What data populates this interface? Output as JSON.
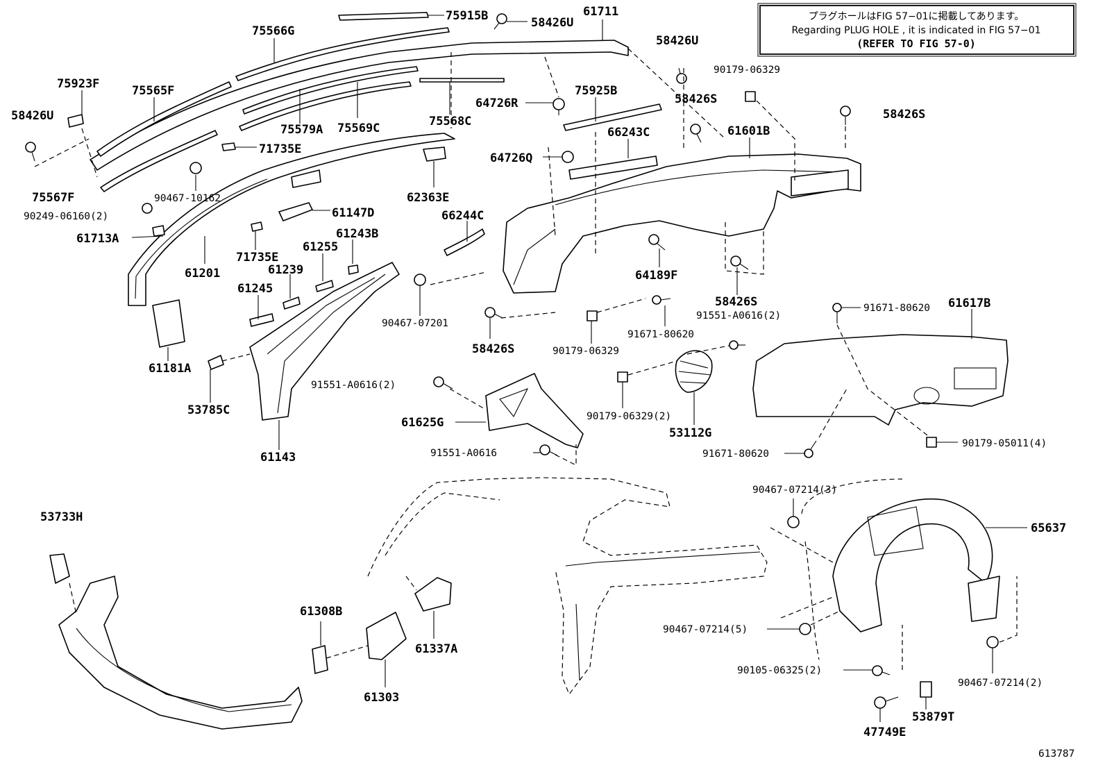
{
  "note": {
    "line1": "プラグホールはFIG 57−01に掲載してあります。",
    "line2": "Regarding  PLUG  HOLE , it is indicated in FIG  57−01",
    "line3": "(REFER TO FIG 57-0)"
  },
  "figure_number": "613787",
  "labels": {
    "p75915B": "75915B",
    "p58426U_top": "58426U",
    "p61711": "61711",
    "p75566G": "75566G",
    "p58426U_r": "58426U",
    "p90179_06329_a": "90179-06329",
    "p75923F": "75923F",
    "p75565F": "75565F",
    "p64726R": "64726R",
    "p75925B": "75925B",
    "p58426S_a": "58426S",
    "p58426S_b": "58426S",
    "p58426U_l": "58426U",
    "p75579A": "75579A",
    "p75569C": "75569C",
    "p75568C": "75568C",
    "p66243C": "66243C",
    "p61601B": "61601B",
    "p71735E_a": "71735E",
    "p64726Q": "64726Q",
    "p75567F": "75567F",
    "p90467_10162": "90467-10162",
    "p62363E": "62363E",
    "p90249_06160": "90249-06160(2)",
    "p61147D": "61147D",
    "p66244C": "66244C",
    "p61713A": "61713A",
    "p61243B": "61243B",
    "p71735E_b": "71735E",
    "p61255": "61255",
    "p61239": "61239",
    "p61201": "61201",
    "p64189F": "64189F",
    "p61245": "61245",
    "p58426S_c": "58426S",
    "p90467_07201": "90467-07201",
    "p91551_A0616_2a": "91551-A0616(2)",
    "p91671_80620_a": "91671-80620",
    "p61617B": "61617B",
    "p58426S_d": "58426S",
    "p90179_06329_b": "90179-06329",
    "p91671_80620_b": "91671-80620",
    "p61181A": "61181A",
    "p91551_A0616_2b": "91551-A0616(2)",
    "p53785C": "53785C",
    "p61625G": "61625G",
    "p90179_06329_2": "90179-06329(2)",
    "p53112G": "53112G",
    "p91551_A0616": "91551-A0616",
    "p91671_80620_c": "91671-80620",
    "p90179_05011": "90179-05011(4)",
    "p61143": "61143",
    "p53733H": "53733H",
    "p90467_07214_3": "90467-07214(3)",
    "p65637": "65637",
    "p61308B": "61308B",
    "p61337A": "61337A",
    "p90467_07214_5": "90467-07214(5)",
    "p61303": "61303",
    "p90105_06325": "90105-06325(2)",
    "p90467_07214_2": "90467-07214(2)",
    "p53879T": "53879T",
    "p47749E": "47749E"
  }
}
